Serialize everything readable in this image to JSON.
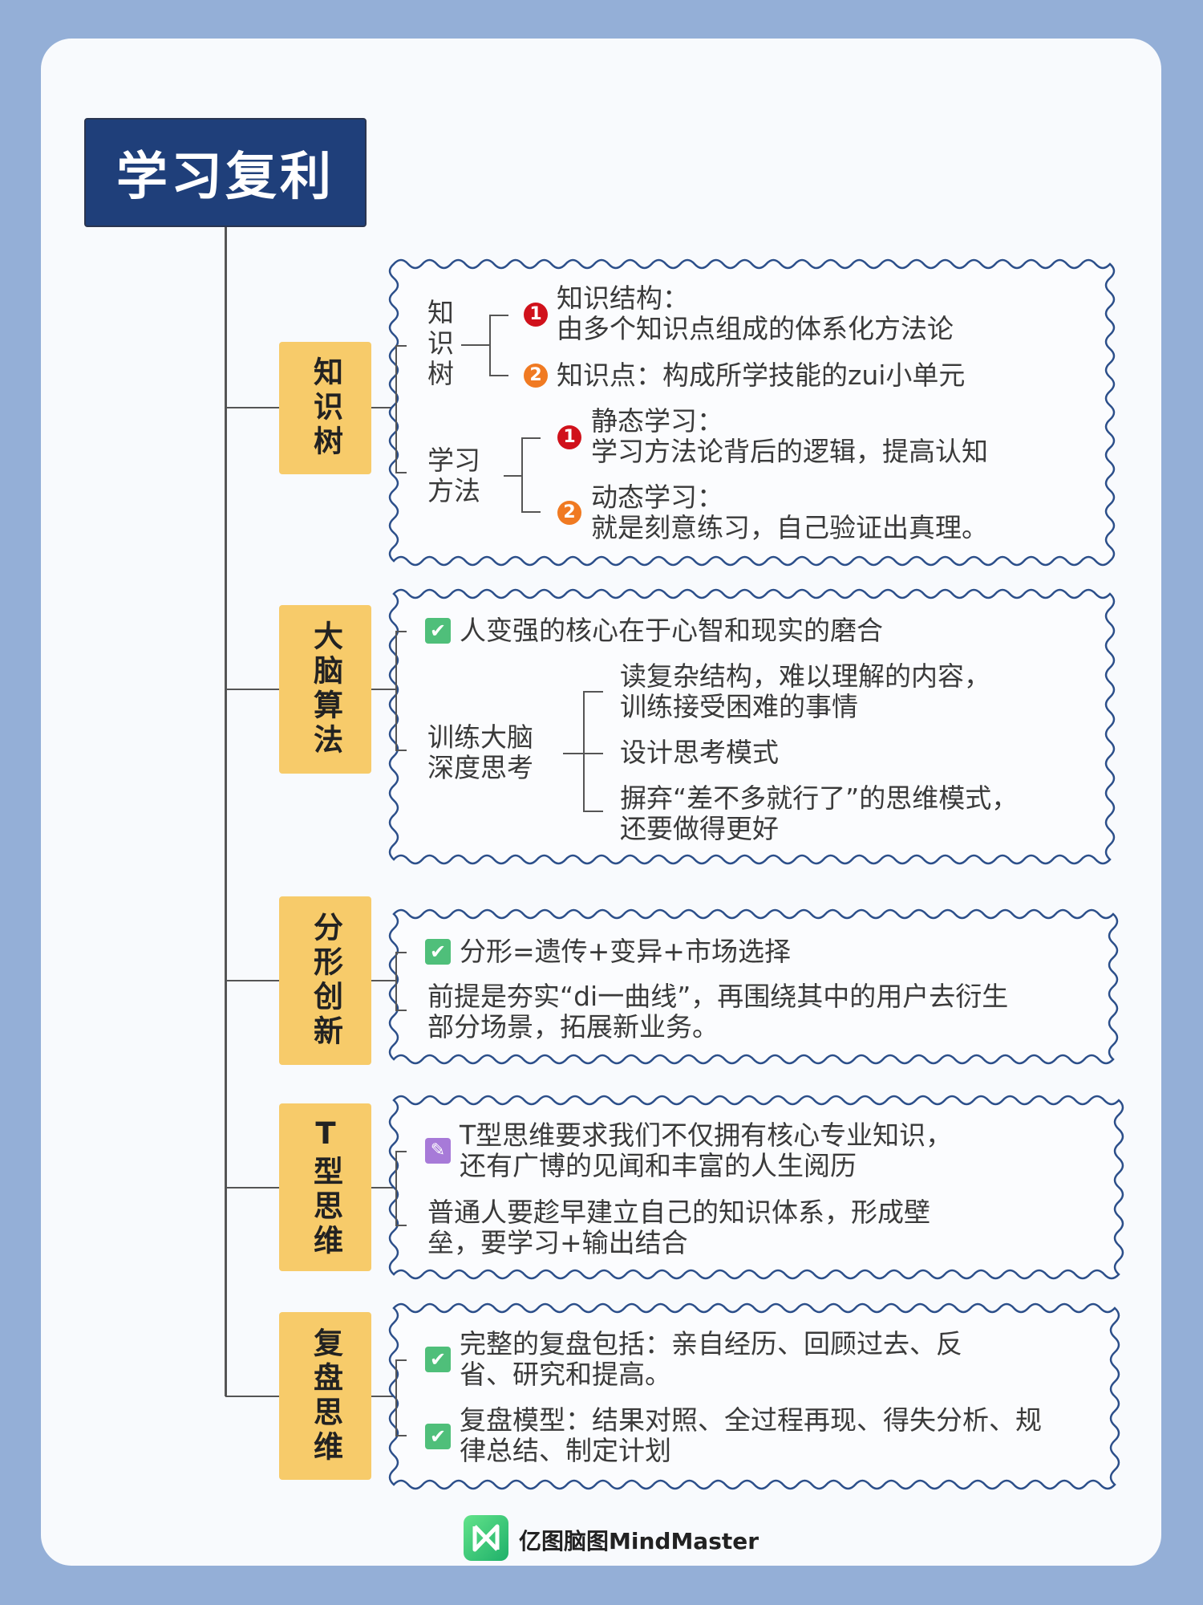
{
  "title": "学习复利",
  "colors": {
    "title_bg": "#1f3f7a",
    "branch_bg": "#f7cb6a",
    "wave": "#2c4f8a",
    "badge_red": "#d0111b",
    "badge_orange": "#f07a22",
    "check": "#4fbf7a",
    "pencil": "#a77ad8"
  },
  "branches": [
    {
      "label": "知识树",
      "groups": [
        {
          "label": "知识树",
          "items": [
            {
              "badge": "1",
              "lines": [
                "知识结构：",
                "由多个知识点组成的体系化方法论"
              ]
            },
            {
              "badge": "2",
              "lines": [
                "知识点：构成所学技能的zui小单元"
              ]
            }
          ]
        },
        {
          "label_lines": [
            "学习",
            "方法"
          ],
          "items": [
            {
              "badge": "1",
              "lines": [
                "静态学习：",
                "学习方法论背后的逻辑，提高认知"
              ]
            },
            {
              "badge": "2",
              "lines": [
                "动态学习：",
                "就是刻意练习，自己验证出真理。"
              ]
            }
          ]
        }
      ]
    },
    {
      "label": "大脑算法",
      "check_item": "人变强的核心在于心智和现实的磨合",
      "group": {
        "label_lines": [
          "训练大脑",
          "深度思考"
        ],
        "items": [
          [
            "读复杂结构，难以理解的内容，",
            "训练接受困难的事情"
          ],
          [
            "设计思考模式"
          ],
          [
            "摒弃“差不多就行了”的思维模式，",
            "还要做得更好"
          ]
        ]
      }
    },
    {
      "label": "分形创新",
      "check_item": "分形=遗传+变异+市场选择",
      "paragraph": [
        "前提是夯实“di一曲线”，再围绕其中的用户去衍生",
        "部分场景，拓展新业务。"
      ]
    },
    {
      "label": "T型思维",
      "pencil_item": [
        "T型思维要求我们不仅拥有核心专业知识，",
        "还有广博的见闻和丰富的人生阅历"
      ],
      "paragraph": [
        "普通人要趁早建立自己的知识体系，形成壁",
        "垒，要学习+输出结合"
      ]
    },
    {
      "label": "复盘思维",
      "check_items": [
        [
          "完整的复盘包括：亲自经历、回顾过去、反",
          "省、研究和提高。"
        ],
        [
          "复盘模型：结果对照、全过程再现、得失分析、规",
          "律总结、制定计划"
        ]
      ]
    }
  ],
  "footer": {
    "brand": "亿图脑图MindMaster"
  }
}
